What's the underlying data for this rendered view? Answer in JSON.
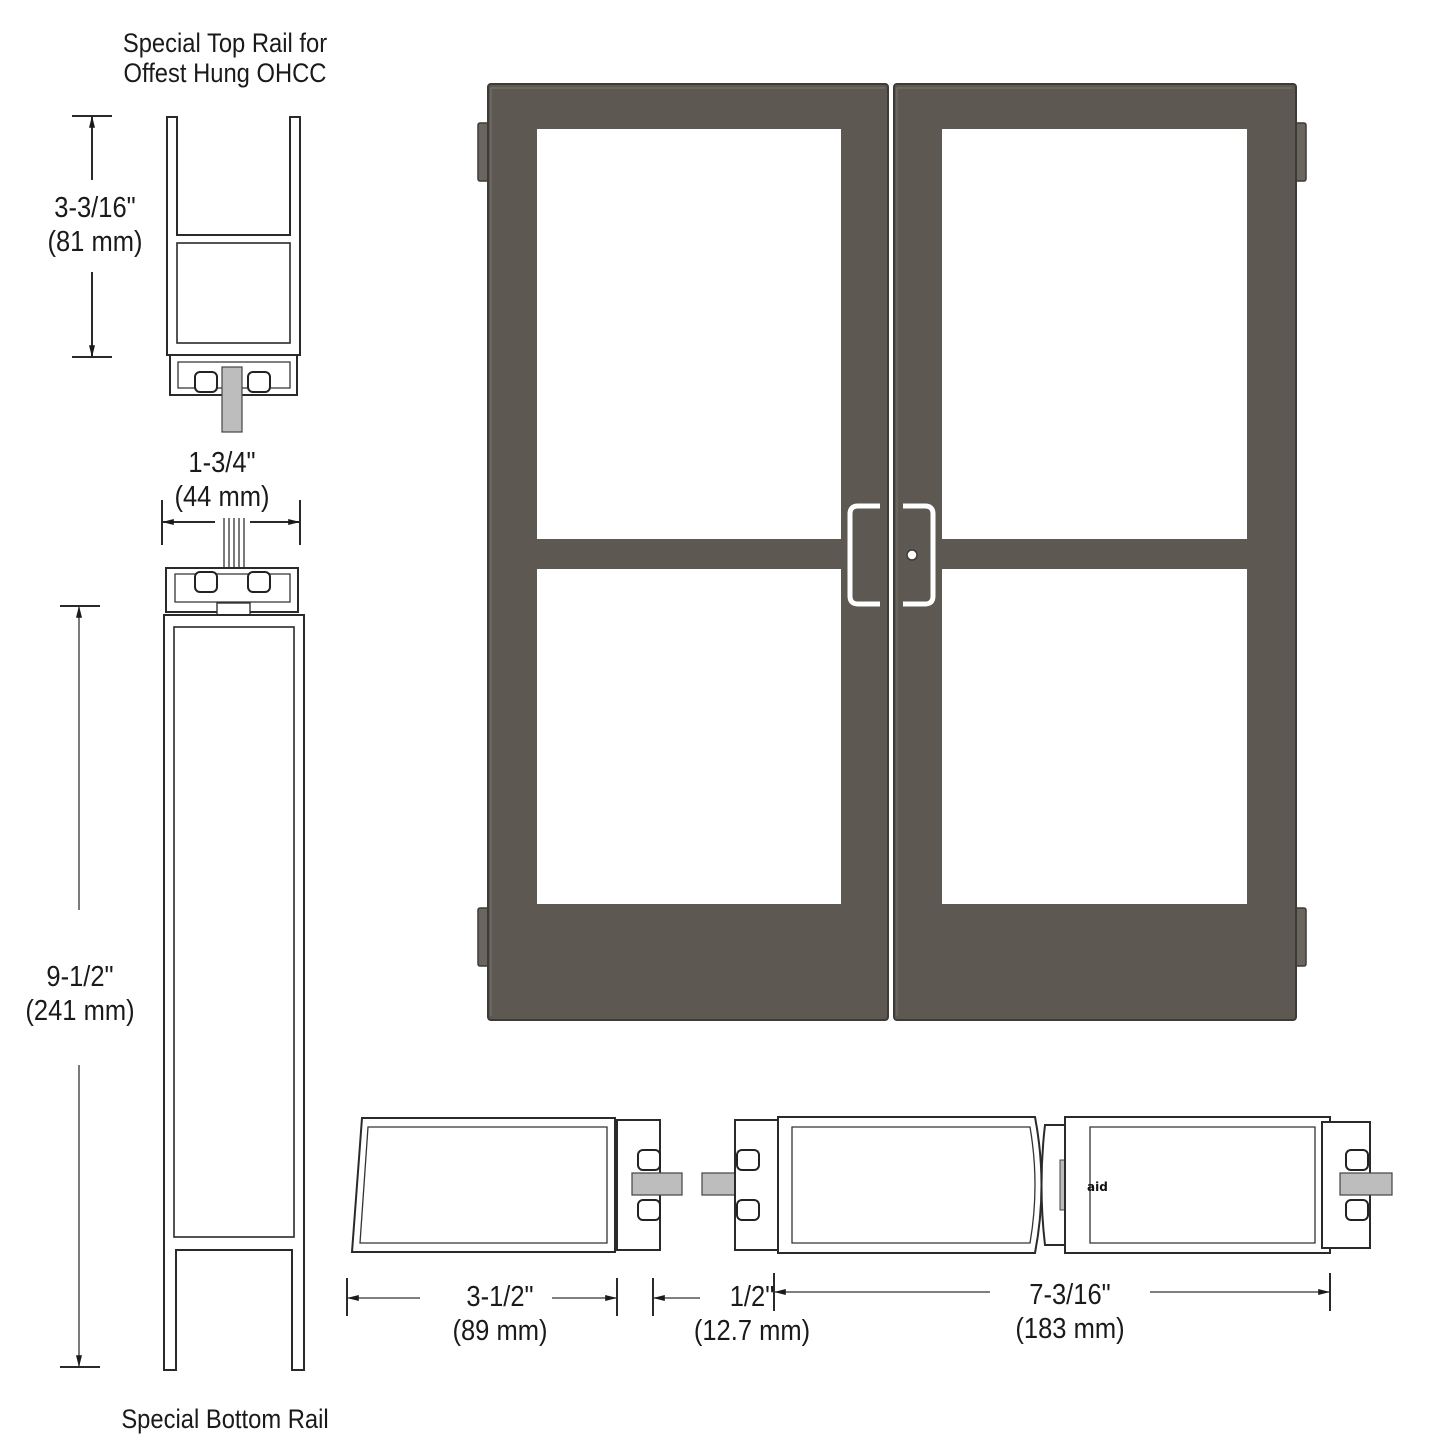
{
  "title_top": {
    "line1": "Special Top Rail for",
    "line2": "Offest Hung OHCC"
  },
  "title_bottom": "Special Bottom Rail",
  "dimensions": {
    "top_rail_height": {
      "imperial": "3-3/16\"",
      "metric": "(81 mm)"
    },
    "rail_width": {
      "imperial": "1-3/4\"",
      "metric": "(44 mm)"
    },
    "bottom_rail_height": {
      "imperial": "9-1/2\"",
      "metric": "(241 mm)"
    },
    "stile_width": {
      "imperial": "3-1/2\"",
      "metric": "(89 mm)"
    },
    "gap": {
      "imperial": "1/2\"",
      "metric": "(12.7 mm)"
    },
    "meeting_stiles_width": {
      "imperial": "7-3/16\"",
      "metric": "(183 mm)"
    }
  },
  "door": {
    "type": "double door, two lites per leaf with midrail",
    "frame_color": "#5d5851",
    "glass_color": "#ffffff",
    "hardware": "ladder pull handles with lock cylinder"
  },
  "colors": {
    "line": "#2a2a2a",
    "frame": "#5d5851",
    "frame_edge": "#3e3a35",
    "background": "#ffffff"
  }
}
